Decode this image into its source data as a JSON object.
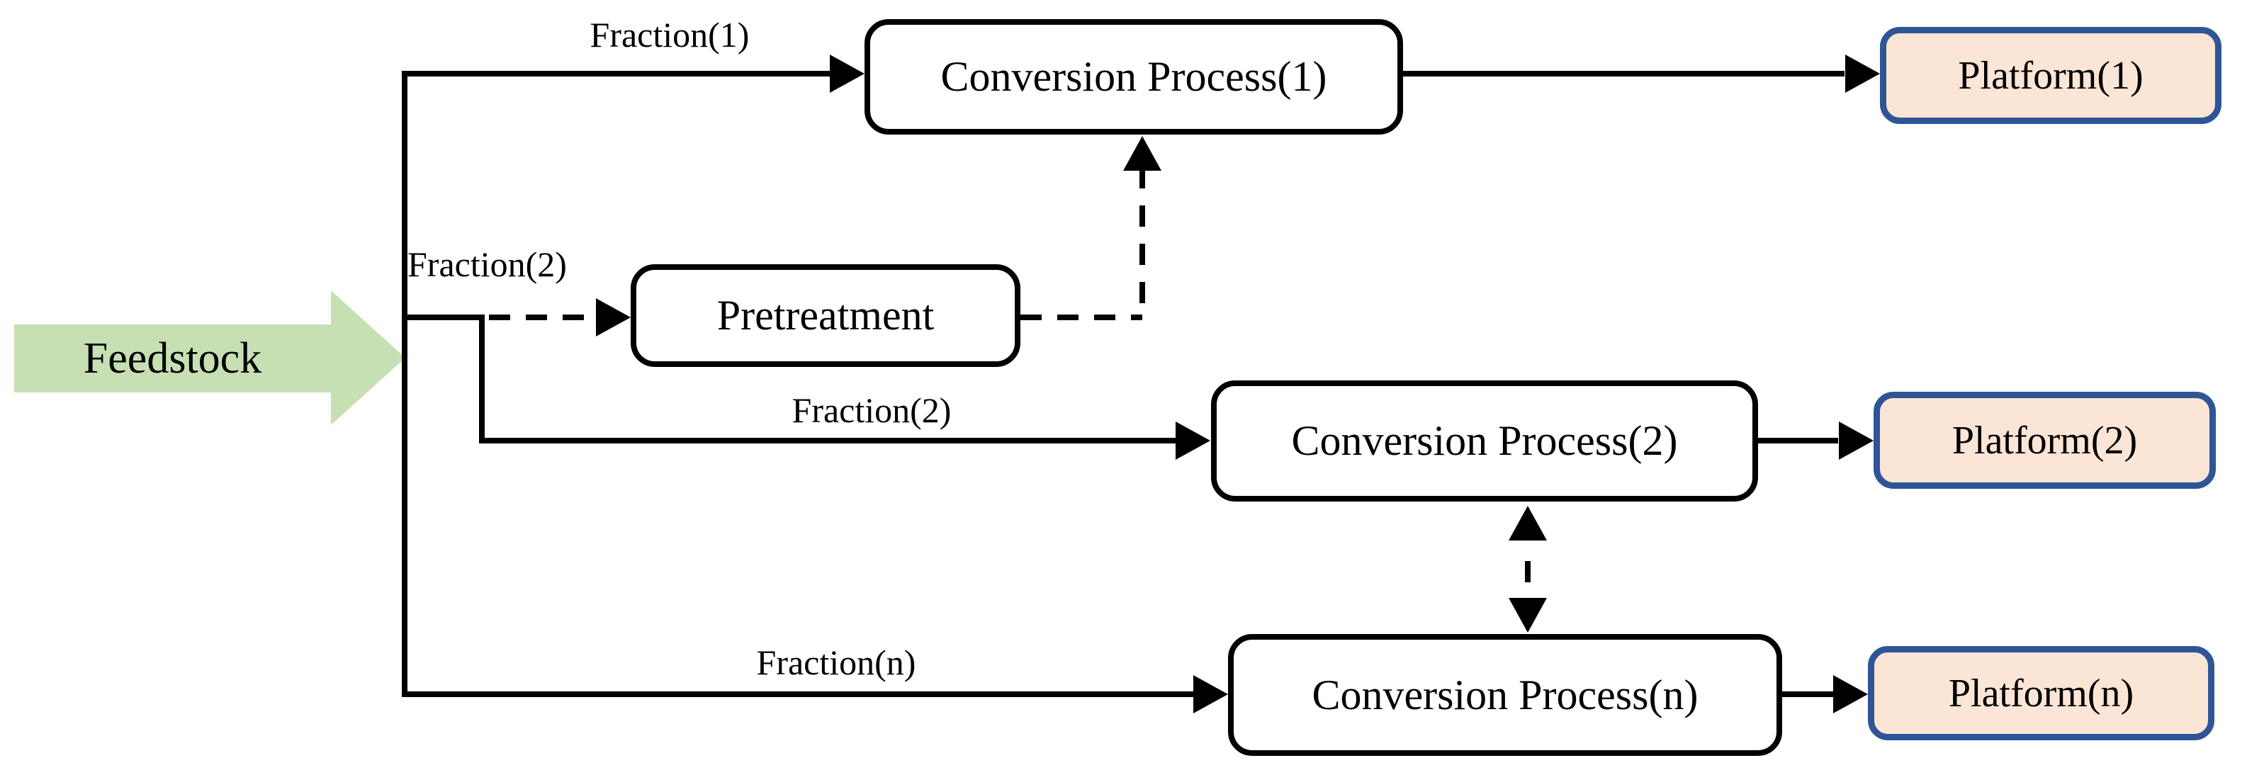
{
  "nodes": {
    "feedstock": "Feedstock",
    "pretreatment": "Pretreatment",
    "conversion_1": "Conversion Process(1)",
    "conversion_2": "Conversion Process(2)",
    "conversion_n": "Conversion Process(n)",
    "platform_1": "Platform(1)",
    "platform_2": "Platform(2)",
    "platform_n": "Platform(n)"
  },
  "edge_labels": {
    "fraction_1": "Fraction(1)",
    "fraction_2_upper": "Fraction(2)",
    "fraction_2_lower": "Fraction(2)",
    "fraction_n": "Fraction(n)"
  },
  "colors": {
    "feedstock_fill": "#c6e0b4",
    "platform_fill": "#fbe5d6",
    "platform_border": "#2f5597",
    "line": "#000000",
    "text": "#000000",
    "bg": "#ffffff"
  }
}
